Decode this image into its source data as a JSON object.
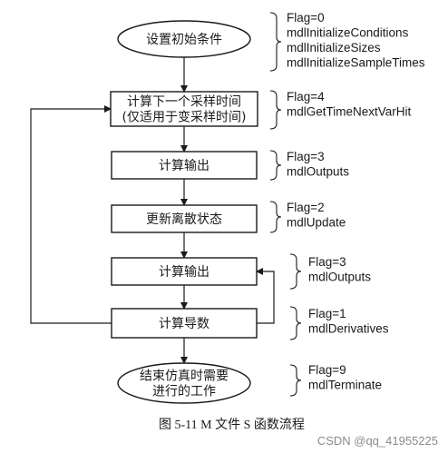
{
  "nodes": [
    {
      "id": "init",
      "shape": "ellipse",
      "lines": [
        "设置初始条件"
      ]
    },
    {
      "id": "next_hit",
      "shape": "rect",
      "lines": [
        "计算下一个采样时间",
        "(仅适用于变采样时间)"
      ]
    },
    {
      "id": "outputs_1",
      "shape": "rect",
      "lines": [
        "计算输出"
      ]
    },
    {
      "id": "update",
      "shape": "rect",
      "lines": [
        "更新离散状态"
      ]
    },
    {
      "id": "outputs_2",
      "shape": "rect",
      "lines": [
        "计算输出"
      ]
    },
    {
      "id": "derivatives",
      "shape": "rect",
      "lines": [
        "计算导数"
      ]
    },
    {
      "id": "terminate",
      "shape": "ellipse",
      "lines": [
        "结束仿真时需要",
        "进行的工作"
      ]
    }
  ],
  "annotations": [
    {
      "node": "init",
      "lines": [
        "Flag=0",
        "mdlInitializeConditions",
        "mdlInitializeSizes",
        "mdlInitializeSampleTimes"
      ]
    },
    {
      "node": "next_hit",
      "lines": [
        "Flag=4",
        "mdlGetTimeNextVarHit"
      ]
    },
    {
      "node": "outputs_1",
      "lines": [
        "Flag=3",
        "mdlOutputs"
      ]
    },
    {
      "node": "update",
      "lines": [
        "Flag=2",
        "mdlUpdate"
      ]
    },
    {
      "node": "outputs_2",
      "lines": [
        "Flag=3",
        "mdlOutputs"
      ]
    },
    {
      "node": "derivatives",
      "lines": [
        "Flag=1",
        "mdlDerivatives"
      ]
    },
    {
      "node": "terminate",
      "lines": [
        "Flag=9",
        "mdlTerminate"
      ]
    }
  ],
  "caption": "图 5-11   M 文件 S 函数流程",
  "watermark": "CSDN @qq_41955225",
  "colors": {
    "ink": "#1a1a1a",
    "watermark": "#8a8a8a",
    "background": "#ffffff"
  }
}
